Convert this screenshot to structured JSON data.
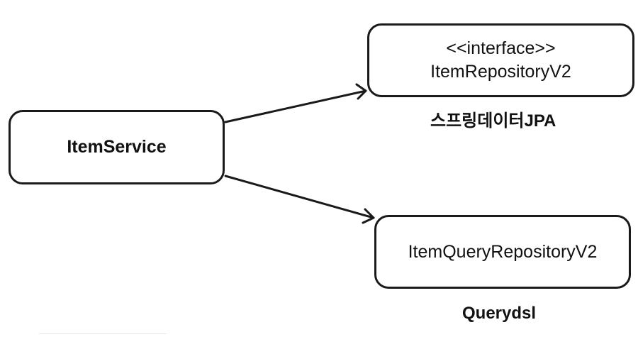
{
  "service": {
    "label": "ItemService"
  },
  "repository": {
    "stereotype": "<<interface>>",
    "label": "ItemRepositoryV2",
    "caption": "스프링데이터JPA"
  },
  "query_repository": {
    "label": "ItemQueryRepositoryV2",
    "caption": "Querydsl"
  },
  "colors": {
    "stroke": "#1a1a1a",
    "text": "#111111",
    "background": "#ffffff"
  }
}
